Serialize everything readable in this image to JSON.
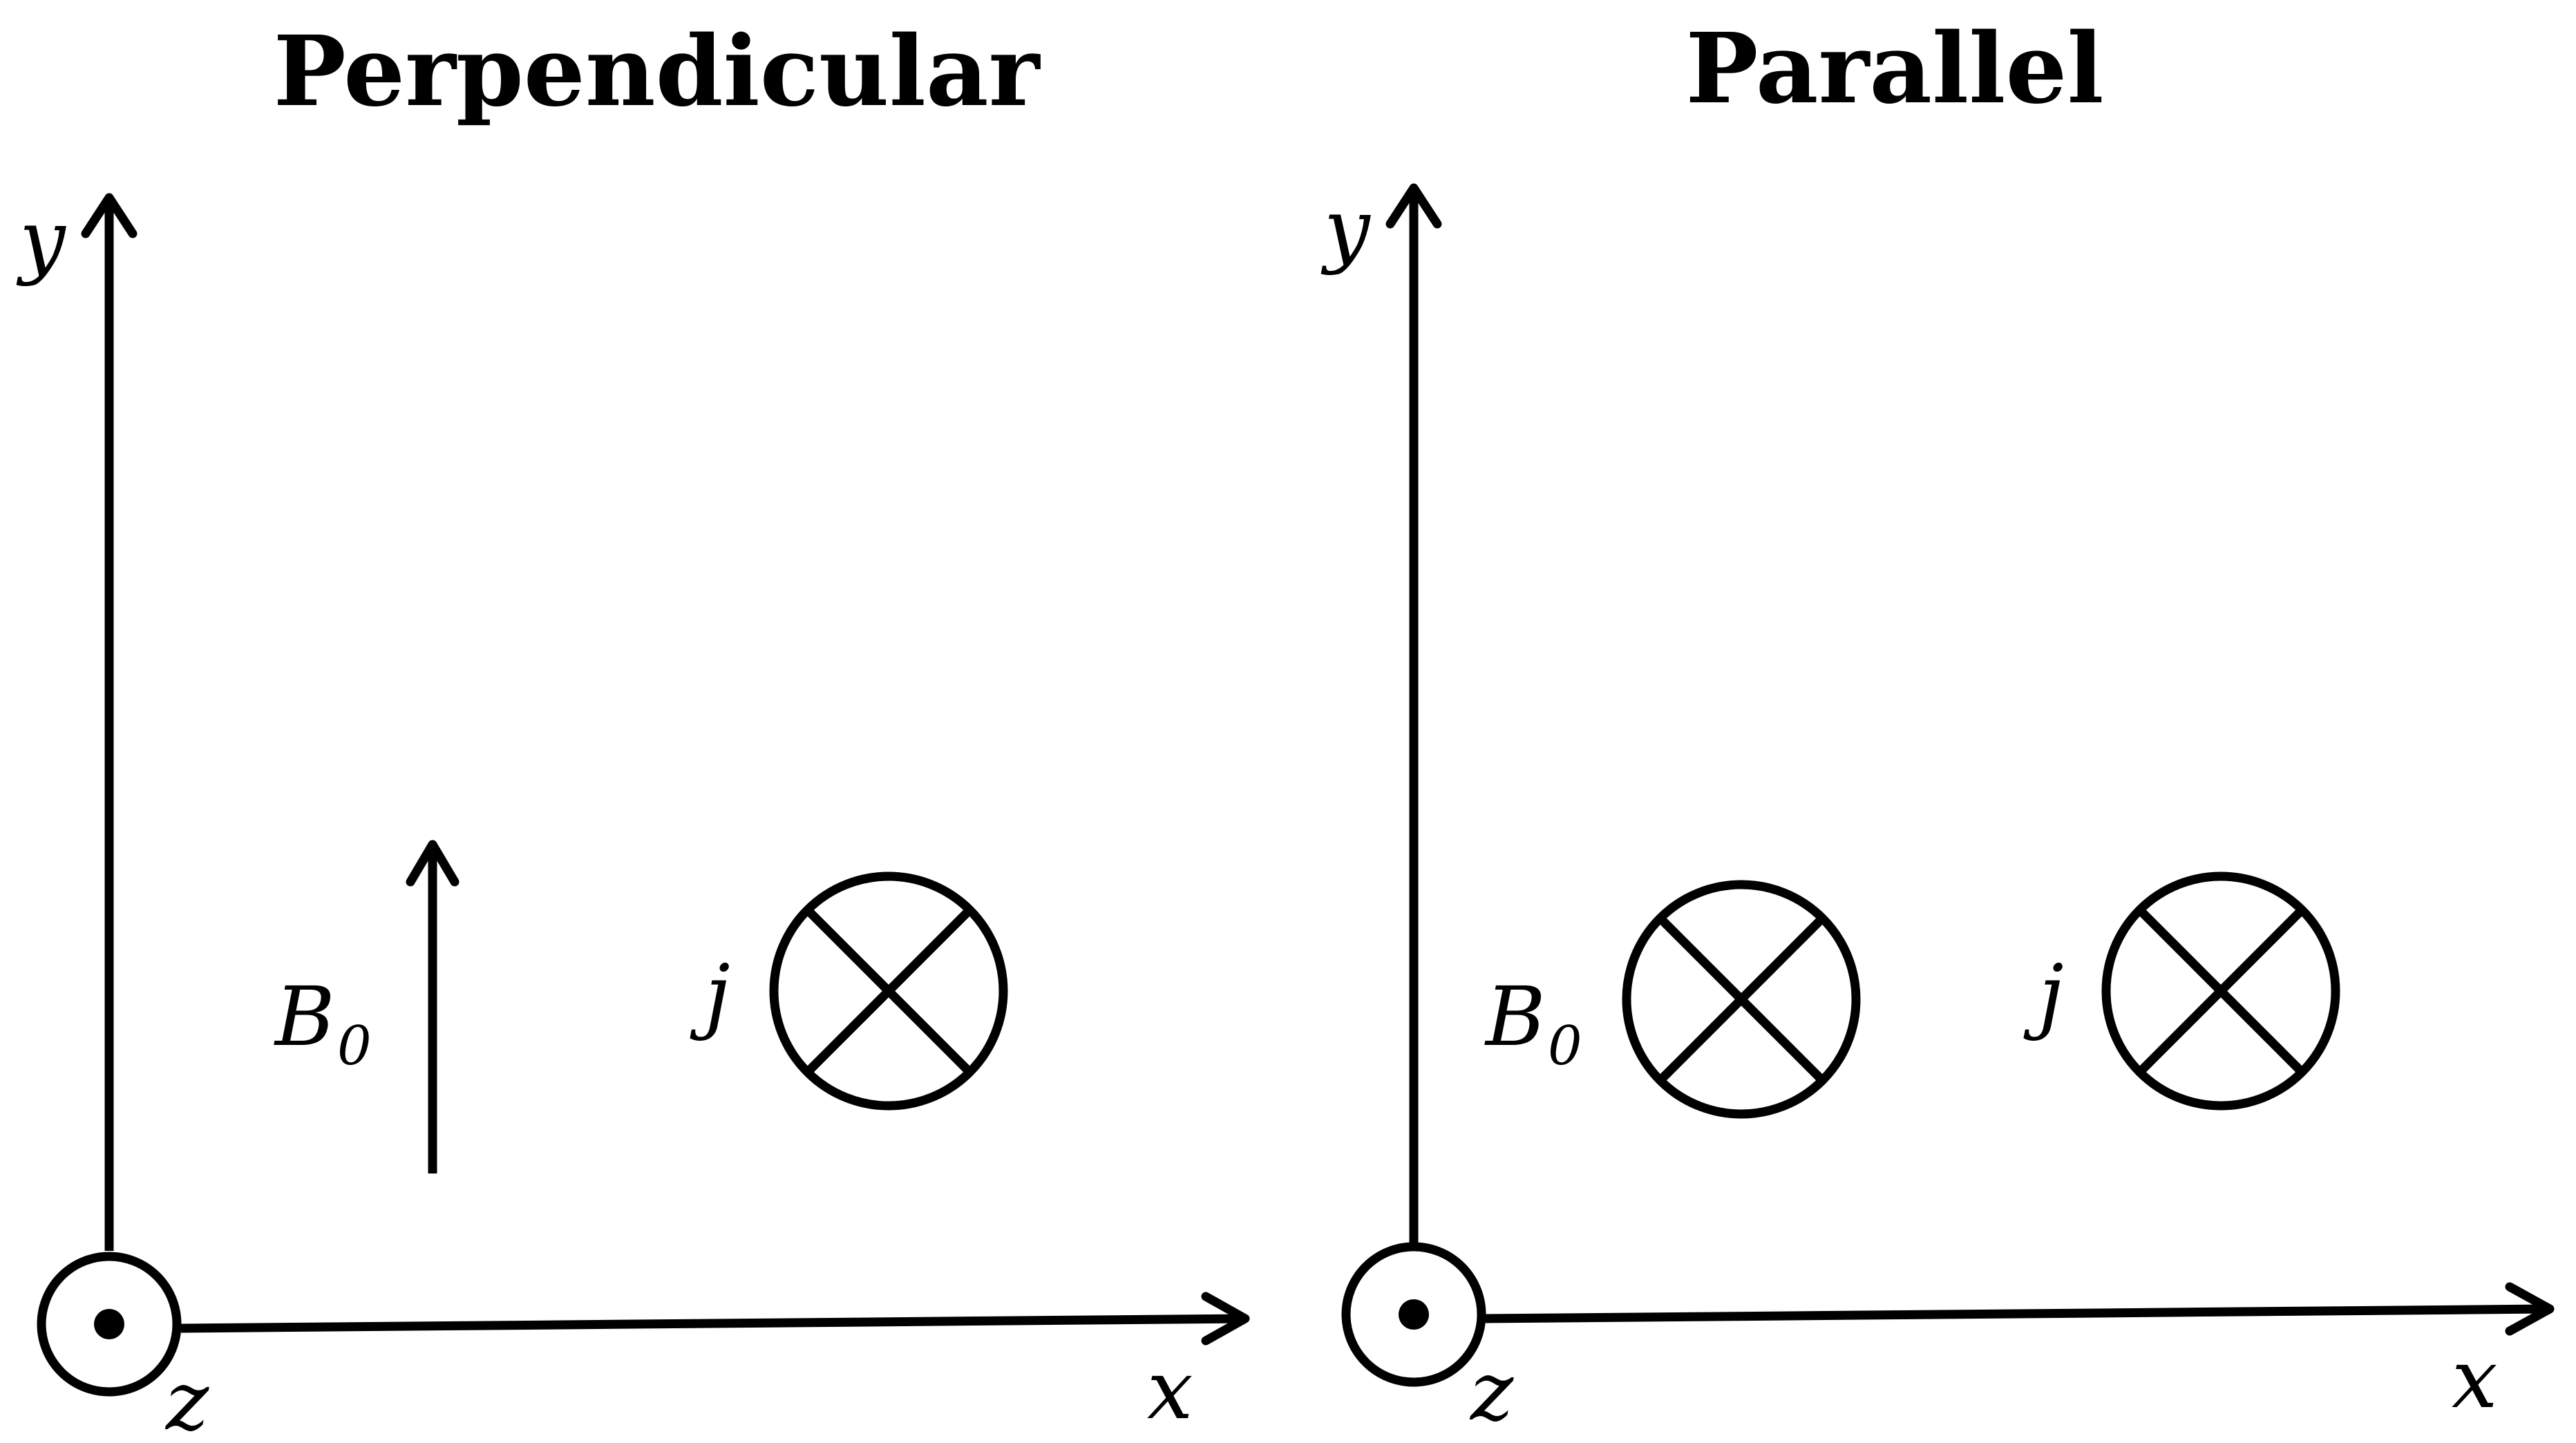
{
  "panels": [
    {
      "title": "Perpendicular",
      "axes": {
        "x": "x",
        "y": "y",
        "z": "z"
      },
      "field": {
        "symbol": "B",
        "subscript": "0",
        "direction": "+y (arrow up)"
      },
      "current": {
        "symbol": "j",
        "direction": "into page (⊗)"
      }
    },
    {
      "title": "Parallel",
      "axes": {
        "x": "x",
        "y": "y",
        "z": "z"
      },
      "field": {
        "symbol": "B",
        "subscript": "0",
        "direction": "into page (⊗)"
      },
      "current": {
        "symbol": "j",
        "direction": "into page (⊗)"
      }
    }
  ],
  "icons": {
    "out_of_page": "circled-dot-icon",
    "into_page": "circled-cross-icon"
  },
  "colors": {
    "ink": "#000000",
    "background": "#ffffff"
  }
}
